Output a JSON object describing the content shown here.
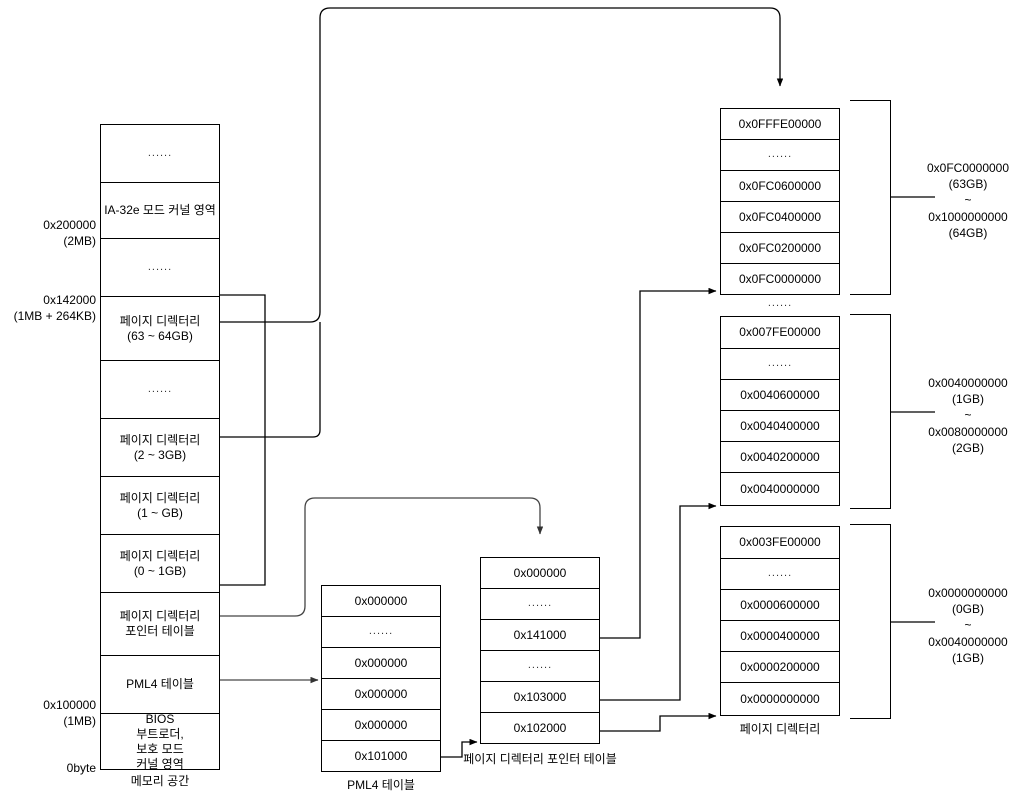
{
  "diagram": {
    "title": "IA-32e mode paging structure memory layout",
    "line_color": "#000000",
    "wire_color": "#555555",
    "background": "#ffffff"
  },
  "memory_space": {
    "caption": "메모리 공간",
    "cells": [
      {
        "label": "......",
        "kind": "dots"
      },
      {
        "label": "IA-32e 모드 커널 영역",
        "kind": "text"
      },
      {
        "label": "......",
        "kind": "dots"
      },
      {
        "label": "페이지 디렉터리\n(63 ~ 64GB)",
        "kind": "text"
      },
      {
        "label": "......",
        "kind": "dots"
      },
      {
        "label": "페이지 디렉터리\n(2 ~ 3GB)",
        "kind": "text"
      },
      {
        "label": "페이지 디렉터리\n(1 ~ GB)",
        "kind": "text"
      },
      {
        "label": "페이지 디렉터리\n(0 ~ 1GB)",
        "kind": "text"
      },
      {
        "label": "페이지 디렉터리\n포인터 테이블",
        "kind": "text"
      },
      {
        "label": "PML4 테이블",
        "kind": "text"
      },
      {
        "label": "BIOS\n부트로더,\n보호 모드\n커널 영역",
        "kind": "text"
      }
    ],
    "address_labels": [
      {
        "text": "0x200000\n(2MB)"
      },
      {
        "text": "0x142000\n(1MB + 264KB)"
      },
      {
        "text": "0x100000\n(1MB)"
      },
      {
        "text": "0byte"
      }
    ]
  },
  "pml4_table": {
    "caption": "PML4 테이블",
    "cells": [
      {
        "label": "0x000000",
        "kind": "text"
      },
      {
        "label": "......",
        "kind": "dots"
      },
      {
        "label": "0x000000",
        "kind": "text"
      },
      {
        "label": "0x000000",
        "kind": "text"
      },
      {
        "label": "0x000000",
        "kind": "text"
      },
      {
        "label": "0x101000",
        "kind": "text"
      }
    ]
  },
  "pdpt_table": {
    "caption": "페이지 디렉터리 포인터 테이블",
    "cells": [
      {
        "label": "0x000000",
        "kind": "text"
      },
      {
        "label": "......",
        "kind": "dots"
      },
      {
        "label": "0x141000",
        "kind": "text"
      },
      {
        "label": "......",
        "kind": "dots"
      },
      {
        "label": "0x103000",
        "kind": "text"
      },
      {
        "label": "0x102000",
        "kind": "text"
      }
    ]
  },
  "page_directory_top": {
    "caption": "",
    "cells": [
      {
        "label": "0x0FFFE00000",
        "kind": "text"
      },
      {
        "label": "......",
        "kind": "dots"
      },
      {
        "label": "0x0FC0600000",
        "kind": "text"
      },
      {
        "label": "0x0FC0400000",
        "kind": "text"
      },
      {
        "label": "0x0FC0200000",
        "kind": "text"
      },
      {
        "label": "0x0FC0000000",
        "kind": "text"
      }
    ],
    "range": "0x0FC0000000\n(63GB)\n~\n0x1000000000\n(64GB)"
  },
  "page_directory_mid": {
    "caption": "",
    "above_dots": "......",
    "cells": [
      {
        "label": "0x007FE00000",
        "kind": "text"
      },
      {
        "label": "......",
        "kind": "dots"
      },
      {
        "label": "0x0040600000",
        "kind": "text"
      },
      {
        "label": "0x0040400000",
        "kind": "text"
      },
      {
        "label": "0x0040200000",
        "kind": "text"
      },
      {
        "label": "0x0040000000",
        "kind": "text"
      }
    ],
    "range": "0x0040000000\n(1GB)\n~\n0x0080000000\n(2GB)"
  },
  "page_directory_bottom": {
    "caption": "페이지 디렉터리",
    "cells": [
      {
        "label": "0x003FE00000",
        "kind": "text"
      },
      {
        "label": "......",
        "kind": "dots"
      },
      {
        "label": "0x0000600000",
        "kind": "text"
      },
      {
        "label": "0x0000400000",
        "kind": "text"
      },
      {
        "label": "0x0000200000",
        "kind": "text"
      },
      {
        "label": "0x0000000000",
        "kind": "text"
      }
    ],
    "range": "0x0000000000\n(0GB)\n~\n0x0040000000\n(1GB)"
  }
}
